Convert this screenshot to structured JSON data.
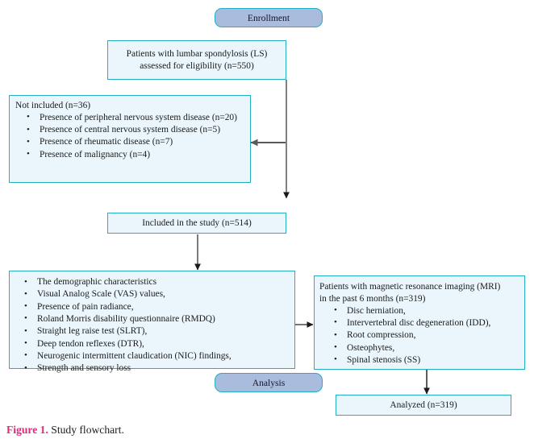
{
  "figure": {
    "number_label": "Figure 1.",
    "caption_text": "Study flowchart.",
    "number_color": "#e2277d",
    "caption_color": "#1c1c1c"
  },
  "theme": {
    "box_fill": "#eaf6fb",
    "box_border": "#23aec4",
    "stage_fill": "#a9bcdd",
    "stage_border": "#23aec4",
    "connector_thin": "#000000",
    "connector_thick": "#5a5a5a",
    "page_background": "#ffffff"
  },
  "stages": {
    "enrollment": {
      "label": "Enrollment"
    },
    "analysis": {
      "label": "Analysis"
    }
  },
  "nodes": {
    "eligibility": {
      "line1": "Patients with lumbar spondylosis (LS)",
      "line2": "assessed for eligibility (n=550)"
    },
    "not_included": {
      "heading": "Not included (n=36)",
      "items": [
        "Presence of peripheral nervous system disease (n=20)",
        "Presence of central nervous system disease (n=5)",
        "Presence of rheumatic disease (n=7)",
        "Presence of malignancy (n=4)"
      ]
    },
    "included": {
      "label": "Included in the study (n=514)"
    },
    "assessments": {
      "items": [
        "The demographic characteristics",
        "Visual Analog Scale (VAS) values,",
        "Presence of pain radiance,",
        "Roland Morris disability questionnaire (RMDQ)",
        "Straight leg raise test (SLRT),",
        "Deep tendon reflexes (DTR),",
        "Neurogenic intermittent claudication (NIC) findings,",
        "Strength and sensory loss"
      ]
    },
    "mri": {
      "lead_line1": "Patients with magnetic resonance imaging (MRI)",
      "lead_line2": "in the past 6 months (n=319)",
      "items": [
        "Disc herniation,",
        "Intervertebral disc degeneration (IDD),",
        "Root compression,",
        "Osteophytes,",
        "Spinal stenosis (SS)"
      ]
    },
    "analyzed": {
      "label": "Analyzed (n=319)"
    }
  },
  "connectors": [
    {
      "name": "eligibility-to-excluded-and-included",
      "type": "elbow-down-with-left-branch"
    },
    {
      "name": "included-to-assessments",
      "type": "vertical-arrow-down"
    },
    {
      "name": "assessments-to-mri",
      "type": "horizontal-arrow-right"
    },
    {
      "name": "mri-to-analyzed",
      "type": "vertical-arrow-down"
    }
  ]
}
